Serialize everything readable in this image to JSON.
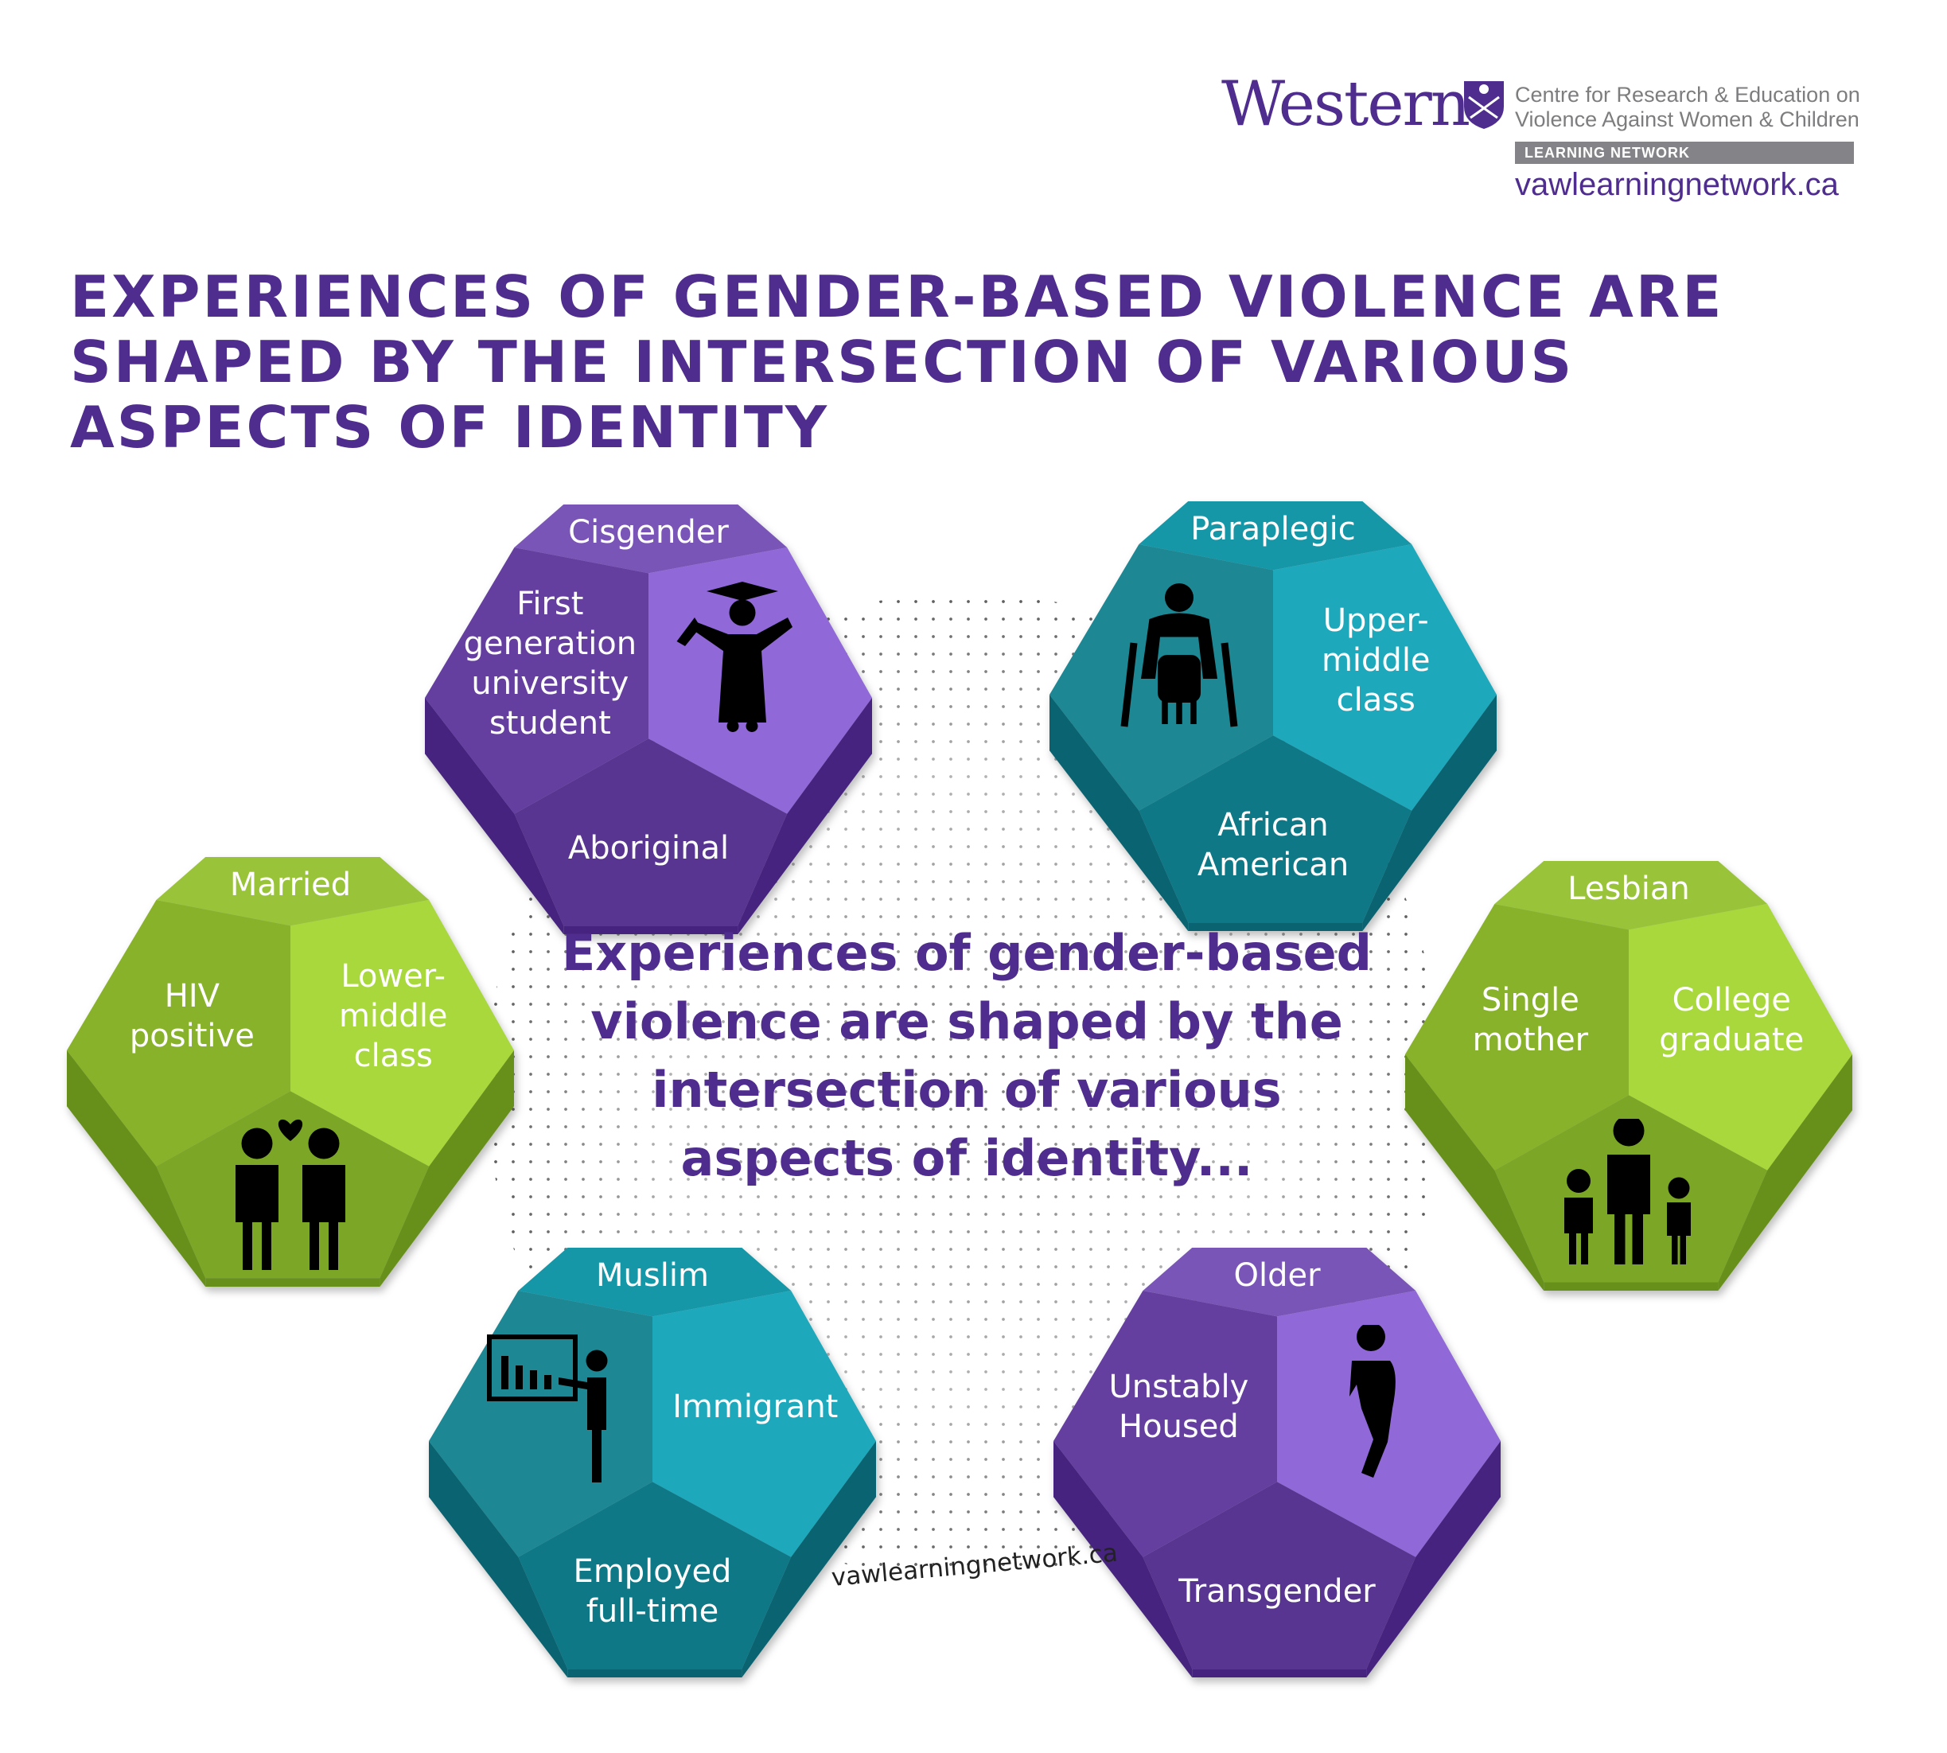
{
  "header": {
    "logo_wordmark": "Western",
    "centre_name": "Centre for Research & Education on\nViolence Against Women & Children",
    "network_label": "LEARNING NETWORK",
    "website": "vawlearningnetwork.ca"
  },
  "title": "EXPERIENCES OF GENDER-BASED VIOLENCE ARE SHAPED BY THE INTERSECTION OF VARIOUS ASPECTS OF IDENTITY",
  "center_text": "Experiences of gender-based violence are shaped by the intersection of various aspects of identity...",
  "watermark": "vawlearningnetwork.ca",
  "colors": {
    "brand_purple": "#4f2d8f",
    "purple": [
      "#7a55b8",
      "#643fa0",
      "#9068d8",
      "#573590",
      "#45237f"
    ],
    "teal": [
      "#1597a8",
      "#1d8794",
      "#1ea8bb",
      "#0e7886",
      "#0a6370"
    ],
    "green": [
      "#99c43a",
      "#88b22a",
      "#a8d83c",
      "#7ca626",
      "#67901a"
    ]
  },
  "dice": [
    {
      "theme": "purple",
      "top": "Cisgender",
      "left": "First\ngeneration\nuniversity\nstudent",
      "right": "",
      "bottom": "Aboriginal",
      "icon": "graduate-icon",
      "icon_face": "right"
    },
    {
      "theme": "teal",
      "top": "Paraplegic",
      "left": "",
      "right": "Upper-\nmiddle\nclass",
      "bottom": "African\nAmerican",
      "icon": "wheelchair-user-icon",
      "icon_face": "left"
    },
    {
      "theme": "green",
      "top": "Married",
      "left": "HIV\npositive",
      "right": "Lower-\nmiddle\nclass",
      "bottom": "",
      "icon": "couple-heart-icon",
      "icon_face": "bottom"
    },
    {
      "theme": "green",
      "top": "Lesbian",
      "left": "Single\nmother",
      "right": "College\ngraduate",
      "bottom": "",
      "icon": "parent-children-icon",
      "icon_face": "bottom"
    },
    {
      "theme": "teal",
      "top": "Muslim",
      "left": "",
      "right": "Immigrant",
      "bottom": "Employed\nfull-time",
      "icon": "presenter-chart-icon",
      "icon_face": "left"
    },
    {
      "theme": "purple",
      "top": "Older",
      "left": "Unstably\nHoused",
      "right": "",
      "bottom": "Transgender",
      "icon": "walking-person-icon",
      "icon_face": "right"
    }
  ]
}
